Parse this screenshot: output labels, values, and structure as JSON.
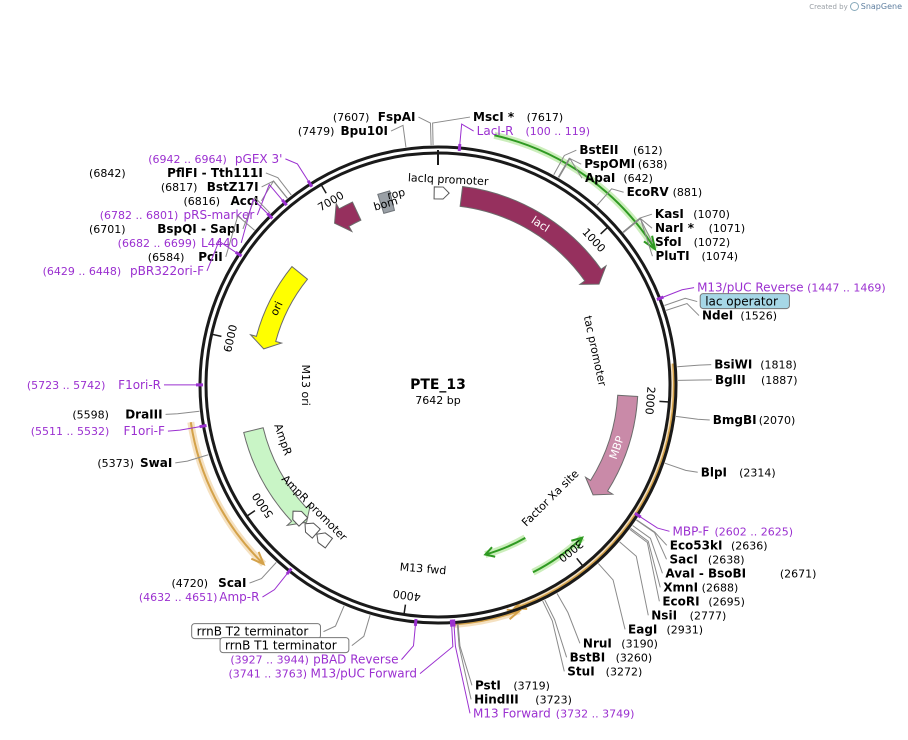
{
  "credit": {
    "prefix": "Created by",
    "brand": "SnapGene"
  },
  "plasmid": {
    "name": "PTE_13",
    "length_label": "7642 bp",
    "length": 7642
  },
  "colors": {
    "backbone": "#1a1a1a",
    "site_text": "#000000",
    "primer": "#9b30d0",
    "lacI": "#96305e",
    "MBP": "#c98aa8",
    "ori": "#ffff00",
    "AmpR": "#c9f5c6",
    "rop": "#96305e",
    "bom": "#9aa0a6",
    "rbs_arrow": "#ffffff",
    "orf": "#d4a24a",
    "orf_fill": "#f5e1c1",
    "green_orf": "#2f9a22",
    "green_orf_fill": "#cbeebb",
    "lac_operator_fill": "#a6d7e6"
  },
  "ticks": [
    {
      "bp": 1000,
      "label": "1000"
    },
    {
      "bp": 2000,
      "label": "2000"
    },
    {
      "bp": 3000,
      "label": "3000"
    },
    {
      "bp": 4000,
      "label": "4000"
    },
    {
      "bp": 5000,
      "label": "5000"
    },
    {
      "bp": 6000,
      "label": "6000"
    },
    {
      "bp": 7000,
      "label": "7000"
    }
  ],
  "features": [
    {
      "name": "lacI",
      "start": 150,
      "end": 1230,
      "dir": 1,
      "type": "gene",
      "color": "#96305e",
      "show_label": true
    },
    {
      "name": "MBP",
      "start": 1980,
      "end": 2660,
      "dir": 1,
      "type": "gene",
      "color": "#c98aa8",
      "show_label": true
    },
    {
      "name": "ori",
      "start": 5980,
      "end": 6560,
      "dir": -1,
      "type": "gene",
      "color": "#ffff00",
      "show_label": true
    },
    {
      "name": "AmpR",
      "start": 4750,
      "end": 5440,
      "dir": -1,
      "type": "gene",
      "color": "#c9f5c6",
      "show_label": false
    },
    {
      "name": "rop",
      "start": 6950,
      "end": 7110,
      "dir": -1,
      "type": "gene",
      "color": "#96305e",
      "show_label": false
    },
    {
      "name": "bom",
      "start": 7270,
      "end": 7345,
      "dir": 0,
      "type": "box",
      "color": "#9aa0a6",
      "show_label": false
    }
  ],
  "ring_labels": [
    {
      "text": "lacIq promoter",
      "bp": 60,
      "r": 205
    },
    {
      "text": "rop",
      "bp": 7380,
      "r": 195
    },
    {
      "text": "bom",
      "bp": 7300,
      "r": 188
    },
    {
      "text": "M13 ori",
      "bp": 5730,
      "r": 133
    },
    {
      "text": "AmpR",
      "bp": 5320,
      "r": 165
    },
    {
      "text": "AmpR promoter",
      "bp": 4780,
      "r": 175
    },
    {
      "text": "M13 fwd",
      "bp": 3920,
      "r": 185
    },
    {
      "text": "tac promoter",
      "bp": 1650,
      "r": 160
    },
    {
      "text": "Factor Xa site",
      "bp": 2870,
      "r": 160
    }
  ],
  "small_arrows": [
    {
      "name": "lacIq-promoter-arrow",
      "bp": 20
    },
    {
      "name": "AmpR-promoter-arrow-1",
      "bp": 4700
    },
    {
      "name": "AmpR-promoter-arrow-2",
      "bp": 4600
    },
    {
      "name": "AmpR-promoter-arrow-3",
      "bp": 4810
    }
  ],
  "orfs": [
    {
      "start": 270,
      "end": 1230,
      "r": 256,
      "dir": 1,
      "color": "green"
    },
    {
      "start": 1800,
      "end": 3420,
      "r": 236,
      "dir": 1,
      "color": "orange"
    },
    {
      "start": 2900,
      "end": 3250,
      "r": 210,
      "dir": -1,
      "color": "green"
    },
    {
      "start": 3190,
      "end": 3490,
      "r": 176,
      "dir": 1,
      "color": "green"
    },
    {
      "start": 3400,
      "end": 3740,
      "r": 240,
      "dir": -1,
      "color": "orange"
    },
    {
      "start": 4760,
      "end": 5550,
      "r": 250,
      "dir": -1,
      "color": "orange"
    }
  ],
  "sites": [
    {
      "text": "FspAI",
      "pos": "(7607)",
      "bp": 7607,
      "color": "black",
      "side": "left"
    },
    {
      "text": "MscI *",
      "pos": "(7617)",
      "bp": 7617,
      "color": "black",
      "side": "right"
    },
    {
      "text": "Bpu10I",
      "pos": "(7479)",
      "bp": 7479,
      "color": "black",
      "side": "left"
    },
    {
      "text": "LacI-R",
      "pos": "(100 .. 119)",
      "bp": 110,
      "color": "primer",
      "side": "right"
    },
    {
      "text": "pGEX 3'",
      "pos": "(6942 .. 6964)",
      "bp": 6953,
      "color": "primer",
      "side": "left"
    },
    {
      "text": "PflFI  -  Tth111I",
      "pos": "(6842)",
      "bp": 6842,
      "color": "black",
      "side": "left"
    },
    {
      "text": "BstZ17I",
      "pos": "(6817)",
      "bp": 6817,
      "color": "black",
      "side": "left"
    },
    {
      "text": "AccI",
      "pos": "(6816)",
      "bp": 6816,
      "color": "black",
      "side": "left"
    },
    {
      "text": "pRS-marker",
      "pos": "(6782 .. 6801)",
      "bp": 6791,
      "color": "primer",
      "side": "left"
    },
    {
      "text": "BspQI  -  SapI",
      "pos": "(6701)",
      "bp": 6701,
      "color": "black",
      "side": "left"
    },
    {
      "text": "L4440",
      "pos": "(6682 .. 6699)",
      "bp": 6690,
      "color": "primer",
      "side": "left"
    },
    {
      "text": "PciI",
      "pos": "(6584)",
      "bp": 6584,
      "color": "black",
      "side": "left"
    },
    {
      "text": "pBR322ori-F",
      "pos": "(6429 .. 6448)",
      "bp": 6438,
      "color": "primer",
      "side": "left"
    },
    {
      "text": "BstEII",
      "pos": "(612)",
      "bp": 612,
      "color": "black",
      "side": "right"
    },
    {
      "text": "PspOMI",
      "pos": "(638)",
      "bp": 638,
      "color": "black",
      "side": "right"
    },
    {
      "text": "ApaI",
      "pos": "(642)",
      "bp": 642,
      "color": "black",
      "side": "right"
    },
    {
      "text": "EcoRV",
      "pos": "(881)",
      "bp": 881,
      "color": "black",
      "side": "right"
    },
    {
      "text": "KasI",
      "pos": "(1070)",
      "bp": 1070,
      "color": "black",
      "side": "right"
    },
    {
      "text": "NarI *",
      "pos": "(1071)",
      "bp": 1071,
      "color": "black",
      "side": "right"
    },
    {
      "text": "SfoI",
      "pos": "(1072)",
      "bp": 1072,
      "color": "black",
      "side": "right"
    },
    {
      "text": "PluTI",
      "pos": "(1074)",
      "bp": 1074,
      "color": "black",
      "side": "right"
    },
    {
      "text": "M13/pUC Reverse",
      "pos": "(1447 .. 1469)",
      "bp": 1458,
      "color": "primer",
      "side": "right"
    },
    {
      "text": "lac operator",
      "pos": "",
      "bp": 1500,
      "color": "box",
      "side": "right"
    },
    {
      "text": "NdeI",
      "pos": "(1526)",
      "bp": 1526,
      "color": "black",
      "side": "right"
    },
    {
      "text": "BsiWI",
      "pos": "(1818)",
      "bp": 1818,
      "color": "black",
      "side": "right"
    },
    {
      "text": "BglII",
      "pos": "(1887)",
      "bp": 1887,
      "color": "black",
      "side": "right"
    },
    {
      "text": "BmgBI",
      "pos": "(2070)",
      "bp": 2070,
      "color": "black",
      "side": "right"
    },
    {
      "text": "BlpI",
      "pos": "(2314)",
      "bp": 2314,
      "color": "black",
      "side": "right"
    },
    {
      "text": "MBP-F",
      "pos": "(2602 .. 2625)",
      "bp": 2613,
      "color": "primer",
      "side": "right"
    },
    {
      "text": "Eco53kI",
      "pos": "(2636)",
      "bp": 2636,
      "color": "black",
      "side": "right"
    },
    {
      "text": "SacI",
      "pos": "(2638)",
      "bp": 2638,
      "color": "black",
      "side": "right"
    },
    {
      "text": "AvaI  -  BsoBI",
      "pos": "(2671)",
      "bp": 2671,
      "color": "black",
      "side": "right"
    },
    {
      "text": "XmnI",
      "pos": "(2688)",
      "bp": 2688,
      "color": "black",
      "side": "right"
    },
    {
      "text": "EcoRI",
      "pos": "(2695)",
      "bp": 2695,
      "color": "black",
      "side": "right"
    },
    {
      "text": "NsiI",
      "pos": "(2777)",
      "bp": 2777,
      "color": "black",
      "side": "right"
    },
    {
      "text": "EagI",
      "pos": "(2931)",
      "bp": 2931,
      "color": "black",
      "side": "right"
    },
    {
      "text": "NruI",
      "pos": "(3190)",
      "bp": 3190,
      "color": "black",
      "side": "right"
    },
    {
      "text": "BstBI",
      "pos": "(3260)",
      "bp": 3260,
      "color": "black",
      "side": "right"
    },
    {
      "text": "StuI",
      "pos": "(3272)",
      "bp": 3272,
      "color": "black",
      "side": "right"
    },
    {
      "text": "PstI",
      "pos": "(3719)",
      "bp": 3719,
      "color": "black",
      "side": "right"
    },
    {
      "text": "HindIII",
      "pos": "(3723)",
      "bp": 3723,
      "color": "black",
      "side": "right"
    },
    {
      "text": "M13 Forward",
      "pos": "(3732 .. 3749)",
      "bp": 3740,
      "color": "primer",
      "side": "right"
    },
    {
      "text": "M13/pUC Forward",
      "pos": "(3741 .. 3763)",
      "bp": 3752,
      "color": "primer",
      "side": "left"
    },
    {
      "text": "pBAD Reverse",
      "pos": "(3927 .. 3944)",
      "bp": 3935,
      "color": "primer",
      "side": "left"
    },
    {
      "text": "rrnB T1 terminator",
      "pos": "",
      "bp": 4170,
      "color": "box",
      "side": "left"
    },
    {
      "text": "rrnB T2 terminator",
      "pos": "",
      "bp": 4310,
      "color": "box",
      "side": "left"
    },
    {
      "text": "ScaI",
      "pos": "(4720)",
      "bp": 4720,
      "color": "black",
      "side": "left"
    },
    {
      "text": "Amp-R",
      "pos": "(4632 .. 4651)",
      "bp": 4641,
      "color": "primer",
      "side": "left"
    },
    {
      "text": "SwaI",
      "pos": "(5373)",
      "bp": 5373,
      "color": "black",
      "side": "left"
    },
    {
      "text": "F1ori-F",
      "pos": "(5511 .. 5532)",
      "bp": 5521,
      "color": "primer",
      "side": "left"
    },
    {
      "text": "DraIII",
      "pos": "(5598)",
      "bp": 5598,
      "color": "black",
      "side": "left"
    },
    {
      "text": "F1ori-R",
      "pos": "(5723 .. 5742)",
      "bp": 5732,
      "color": "primer",
      "side": "left"
    }
  ]
}
